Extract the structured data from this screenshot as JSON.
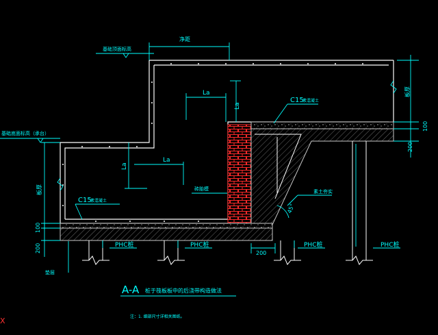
{
  "drawing": {
    "section_mark": "A-A",
    "section_title": "桩于筏板板中的后浇带构造做法",
    "note": "注：1. 细部尺寸详相关图纸。",
    "corner_mark": "X",
    "dims": {
      "top_width": "净距",
      "right_height": "板厚",
      "la_upper": "La",
      "la_upper_vertical": "La",
      "la_lower": "La",
      "la_lower_vertical": "La",
      "left_height": "板厚",
      "base_100_left": "100",
      "base_200_left": "200",
      "right_100": "100",
      "right_200": "200",
      "bottom_200": "200",
      "angle": "45°"
    },
    "labels": {
      "top_level": "基础顶面标高",
      "left_level": "基础底面标高（承台）",
      "c15_right": "C15",
      "c15_right_suffix": "素混凝土",
      "c15_left": "C15",
      "c15_left_suffix": "素混凝土",
      "brick_wall": "砖胎模",
      "fill": "素土夯实",
      "cushion": "垫层",
      "phc1": "PHC桩",
      "phc2": "PHC桩",
      "phc3": "PHC桩",
      "phc4": "PHC桩"
    },
    "colors": {
      "cyan": "#00ffff",
      "white": "#ffffff",
      "brick": "#ff2a2a",
      "green": "#33ff33",
      "gray": "#c8c8c8"
    }
  }
}
